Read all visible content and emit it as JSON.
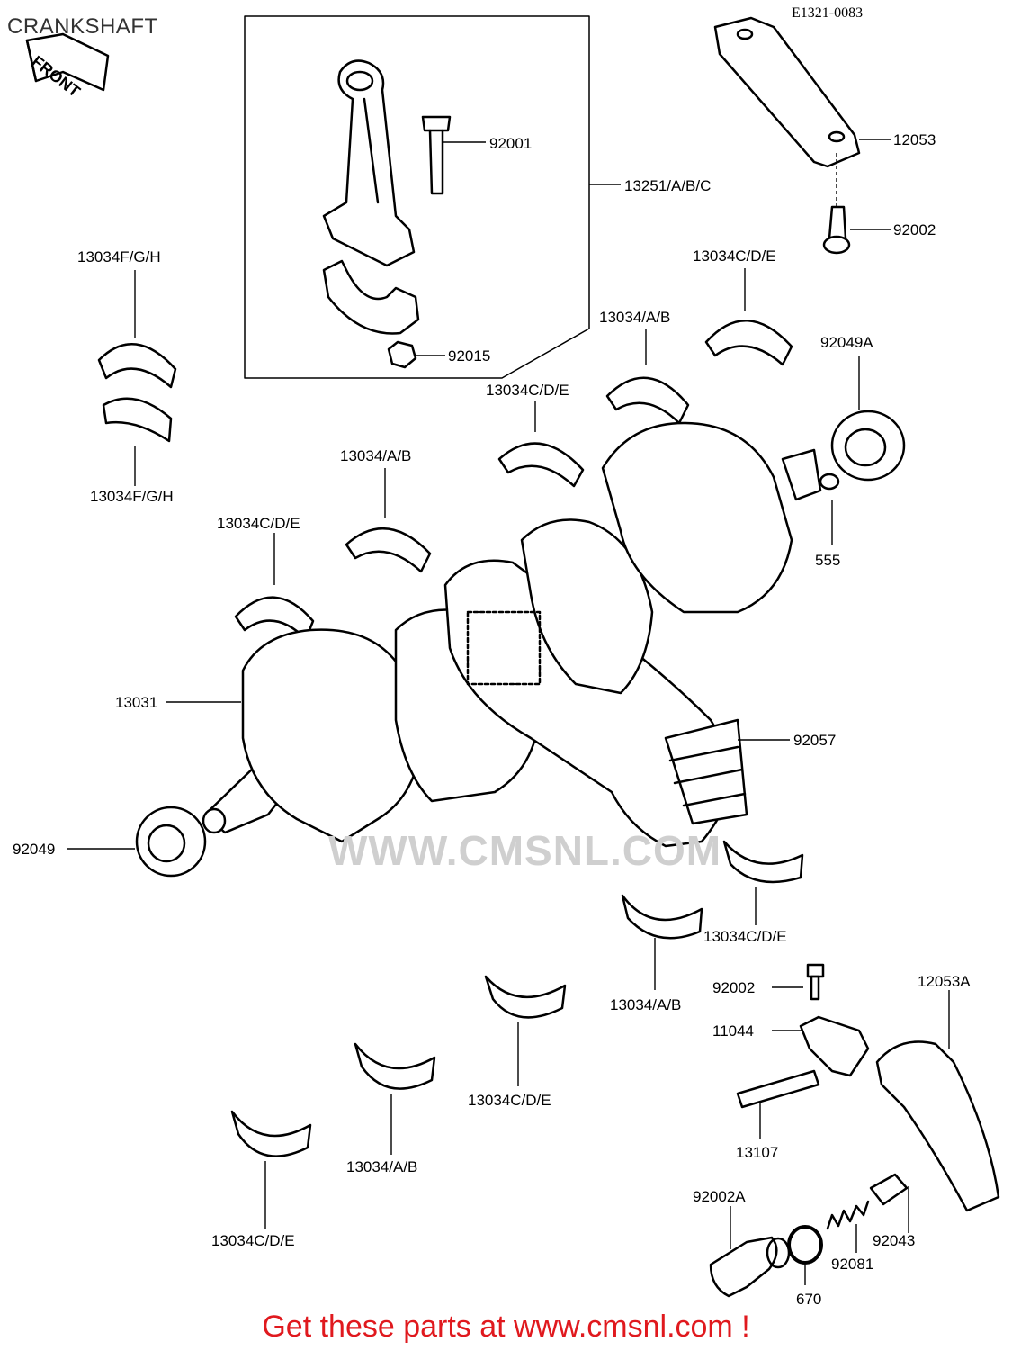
{
  "header": {
    "title": "CRANKSHAFT",
    "ref_code": "E1321-0083"
  },
  "front_badge": "FRONT",
  "watermark": "WWW.CMSNL.COM",
  "footer": {
    "text": "Get these parts at www.cmsnl.com !",
    "color": "#e0191e"
  },
  "part_labels": [
    "92001",
    "13251/A/B/C",
    "92015",
    "12053",
    "92002",
    "13034F/G/H",
    "13034F/G/H",
    "13034C/D/E",
    "13034/A/B",
    "92049A",
    "13034C/D/E",
    "13034/A/B",
    "13034C/D/E",
    "555",
    "13031",
    "92057",
    "92049",
    "13034C/D/E",
    "13034/A/B",
    "92002",
    "11044",
    "12053A",
    "13034C/D/E",
    "13034/A/B",
    "13034C/D/E",
    "13107",
    "92002A",
    "92043",
    "92081",
    "670"
  ]
}
